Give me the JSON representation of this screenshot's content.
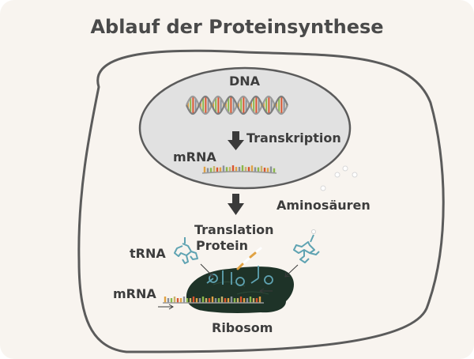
{
  "title": "Ablauf der Proteinsynthese",
  "labels": {
    "dna": "DNA",
    "transcription": "Transkription",
    "mrna_nucleus": "mRNA",
    "amino_acids": "Aminosäuren",
    "translation": "Translation",
    "protein": "Protein",
    "trna": "tRNA",
    "mrna_ribosome": "mRNA",
    "ribosome": "Ribosom"
  },
  "colors": {
    "background": "#f8f4ef",
    "cell_outline": "#5b5b5b",
    "nucleus_fill": "#e1e1e1",
    "ribosome": "#1e3328",
    "trna": "#5fa3b2",
    "arrow": "#3a3a3a",
    "base_colors": [
      "#e0a243",
      "#8bb84a",
      "#d9552f",
      "#8a8f99",
      "#c9b26a"
    ]
  }
}
